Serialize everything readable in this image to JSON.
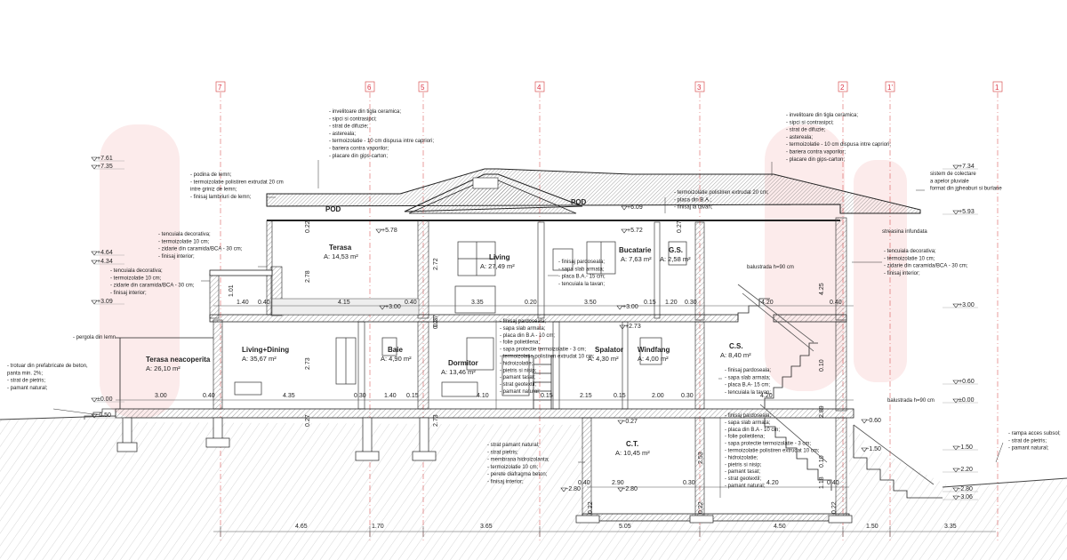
{
  "axes": [
    "7",
    "6",
    "5",
    "4",
    "3",
    "2",
    "1'",
    "1"
  ],
  "rooms": [
    {
      "name": "POD",
      "area": ""
    },
    {
      "name": "POD",
      "area": ""
    },
    {
      "name": "Terasa",
      "area": "A: 14,53 m²"
    },
    {
      "name": "Living",
      "area": "A: 27,49 m²"
    },
    {
      "name": "Bucatarie",
      "area": "A: 7,63 m²"
    },
    {
      "name": "G.S.",
      "area": "A: 2,58 m²"
    },
    {
      "name": "Terasa neacoperita",
      "area": "A: 26,10 m²"
    },
    {
      "name": "Living+Dining",
      "area": "A: 35,67 m²"
    },
    {
      "name": "Baie",
      "area": "A: 4,90 m²"
    },
    {
      "name": "Dormitor",
      "area": "A: 13,46 m²"
    },
    {
      "name": "Spalator",
      "area": "A: 4,30 m²"
    },
    {
      "name": "Windfang",
      "area": "A: 4,00 m²"
    },
    {
      "name": "C.S.",
      "area": "A: 8,40 m²"
    },
    {
      "name": "C.T.",
      "area": "A: 10,45 m²"
    }
  ],
  "levels_left": [
    "+7.61",
    "+7.35",
    "+4.64",
    "+4.34",
    "+3.09",
    "±0.00",
    "-0.50"
  ],
  "levels_right": [
    "+7.34",
    "+5.93",
    "+3.00",
    "+0.60",
    "±0.00",
    "-1.50",
    "-2.20",
    "-2.80",
    "-3.06"
  ],
  "levels_inner": [
    "+6.09",
    "+5.78",
    "+5.72",
    "+3.00",
    "+3.00",
    "+2.73",
    "-0.27",
    "-2.80",
    "-2.80",
    "-0.60",
    "-1.50"
  ],
  "bottom_dims": [
    "4.65",
    "1.70",
    "3.65",
    "5.05",
    "4.50",
    "1.50",
    "3.35"
  ],
  "upper_dims": [
    "1.40",
    "0.40",
    "4.15",
    "0.40",
    "3.35",
    "0.20",
    "3.50",
    "0.15",
    "1.20",
    "0.30",
    "4.20",
    "0.40"
  ],
  "ground_dims": [
    "3.00",
    "0.40",
    "4.35",
    "0.30",
    "1.40",
    "0.15",
    "4.10",
    "0.15",
    "2.15",
    "0.15",
    "2.00",
    "0.30",
    "4.20"
  ],
  "basement_dims": [
    "0.40",
    "2.90",
    "0.30",
    "4.20",
    "0.40"
  ],
  "vertical_dims": [
    "1.01",
    "2.78",
    "0.22",
    "2.72",
    "0.27",
    "2.73",
    "0.27",
    "2.73",
    "0.27",
    "0.27",
    "4.25",
    "0.10",
    "2.89",
    "2.53",
    "0.10",
    "1.18",
    "0.22",
    "0.22",
    "0.22"
  ],
  "notes": {
    "roof_left": [
      "- invelitoare din tigla ceramica;",
      "- sipci si contrasipci;",
      "- strat de difuzie;",
      "- astereala;",
      "- termoizolatie - 10 cm dispusa intre capriori;",
      "- bariera contra vaporilor;",
      "- placare din gips-carton;"
    ],
    "roof_right": [
      "- invelitoare din tigla ceramica;",
      "- sipci si contrasipci;",
      "- strat de difuzie;",
      "- astereala;",
      "- termoizolatie - 10 cm dispusa intre capriori;",
      "- bariera contra vaporilor;",
      "- placare din gips-carton;"
    ],
    "pod_floor_left": [
      "- podina de lemn;",
      "- termoizolatie polistiren extrudat 20 cm",
      "intre griniz de lemn;",
      "- finisaj lambriuri de lemn;"
    ],
    "pod_floor_mid": [
      "- termoizolatie polistiren extrudat 20 cm;",
      "- placa din B.A.;",
      "- finisaj la tavan;"
    ],
    "gutter": [
      "sistem de colectare",
      "a apelor pluviale",
      "format din jgheaburi si burlane"
    ],
    "eaves": "streasina infundata",
    "wall_left_upper": [
      "- tencuiala decorativa;",
      "- termoizolatie 10 cm;",
      "- zidarie din caramida/BCA - 30 cm;",
      "- finisaj interior;"
    ],
    "wall_left_lower": [
      "- tencuiala decorativa;",
      "- termoizolatie 10 cm;",
      "- zidarie din caramida/BCA - 30 cm;",
      "- finisaj interior;"
    ],
    "wall_right": [
      "- tencuiala decorativa;",
      "- termoizolatie 10 cm;",
      "- zidarie din caramida/BCA - 30 cm;",
      "- finisaj interior;"
    ],
    "floor_upper": [
      "- finisaj pardoseala;",
      "- sapa slab armata;",
      "- placa B.A.- 15 cm;",
      "- tencuiala la tavan;"
    ],
    "balustrade_upper": "balustrada h=90 cm",
    "balustrade_lower": "balustrada h=90 cm",
    "pergola": "- pergola din lemn",
    "sidewalk": [
      "- trotuar din prefabricate de beton,",
      "panta min. 2%;",
      "- strat de pietris;",
      "- pamant natural;"
    ],
    "ground_floor": [
      "- finisaj pardoseala;",
      "- sapa slab armata;",
      "- placa din B.A - 10 cm;",
      "- folie polietilena;",
      "- sapa protectie termoizolatie - 3 cm;",
      "- termoizolatie polistiren extrudat 10 cm;",
      "- hidroizolatie;",
      "- pietris si nisip;",
      "- pamant tasat;",
      "- strat geotextil;",
      "- pamant natural;"
    ],
    "cs_floor": [
      "- finisaj pardoseala;",
      "- sapa slab armata;",
      "- placa B.A- 15 cm;",
      "- tencuiala la tavan;"
    ],
    "basement_floor": [
      "- finisaj pardoseala;",
      "- sapa slab armata;",
      "- placa din B.A - 10 cm;",
      "- folie polietilena;",
      "- sapa protectie termoizolatie - 3 cm;",
      "- termoizolatie polistiren extrudat 10 cm;",
      "- hidroizolatie;",
      "- pietris si nisip;",
      "- pamant tasat;",
      "- strat geotextil;",
      "- pamant natural;"
    ],
    "basement_wall": [
      "- strat pamant natural;",
      "- strat pietris;",
      "- membrana hidroizolanta;",
      "- termoizolatie 10 cm;",
      "- perete diafragma beton;",
      "- finisaj interior;"
    ],
    "ramp": [
      "- rampa acces subsol;",
      "- strat de pietris;",
      "- pamant natural;"
    ]
  },
  "colors": {
    "axis": "#d33a3a",
    "line": "#222222",
    "dim": "#444444",
    "hatch": "#888888",
    "watermark": "#e03a3a"
  }
}
